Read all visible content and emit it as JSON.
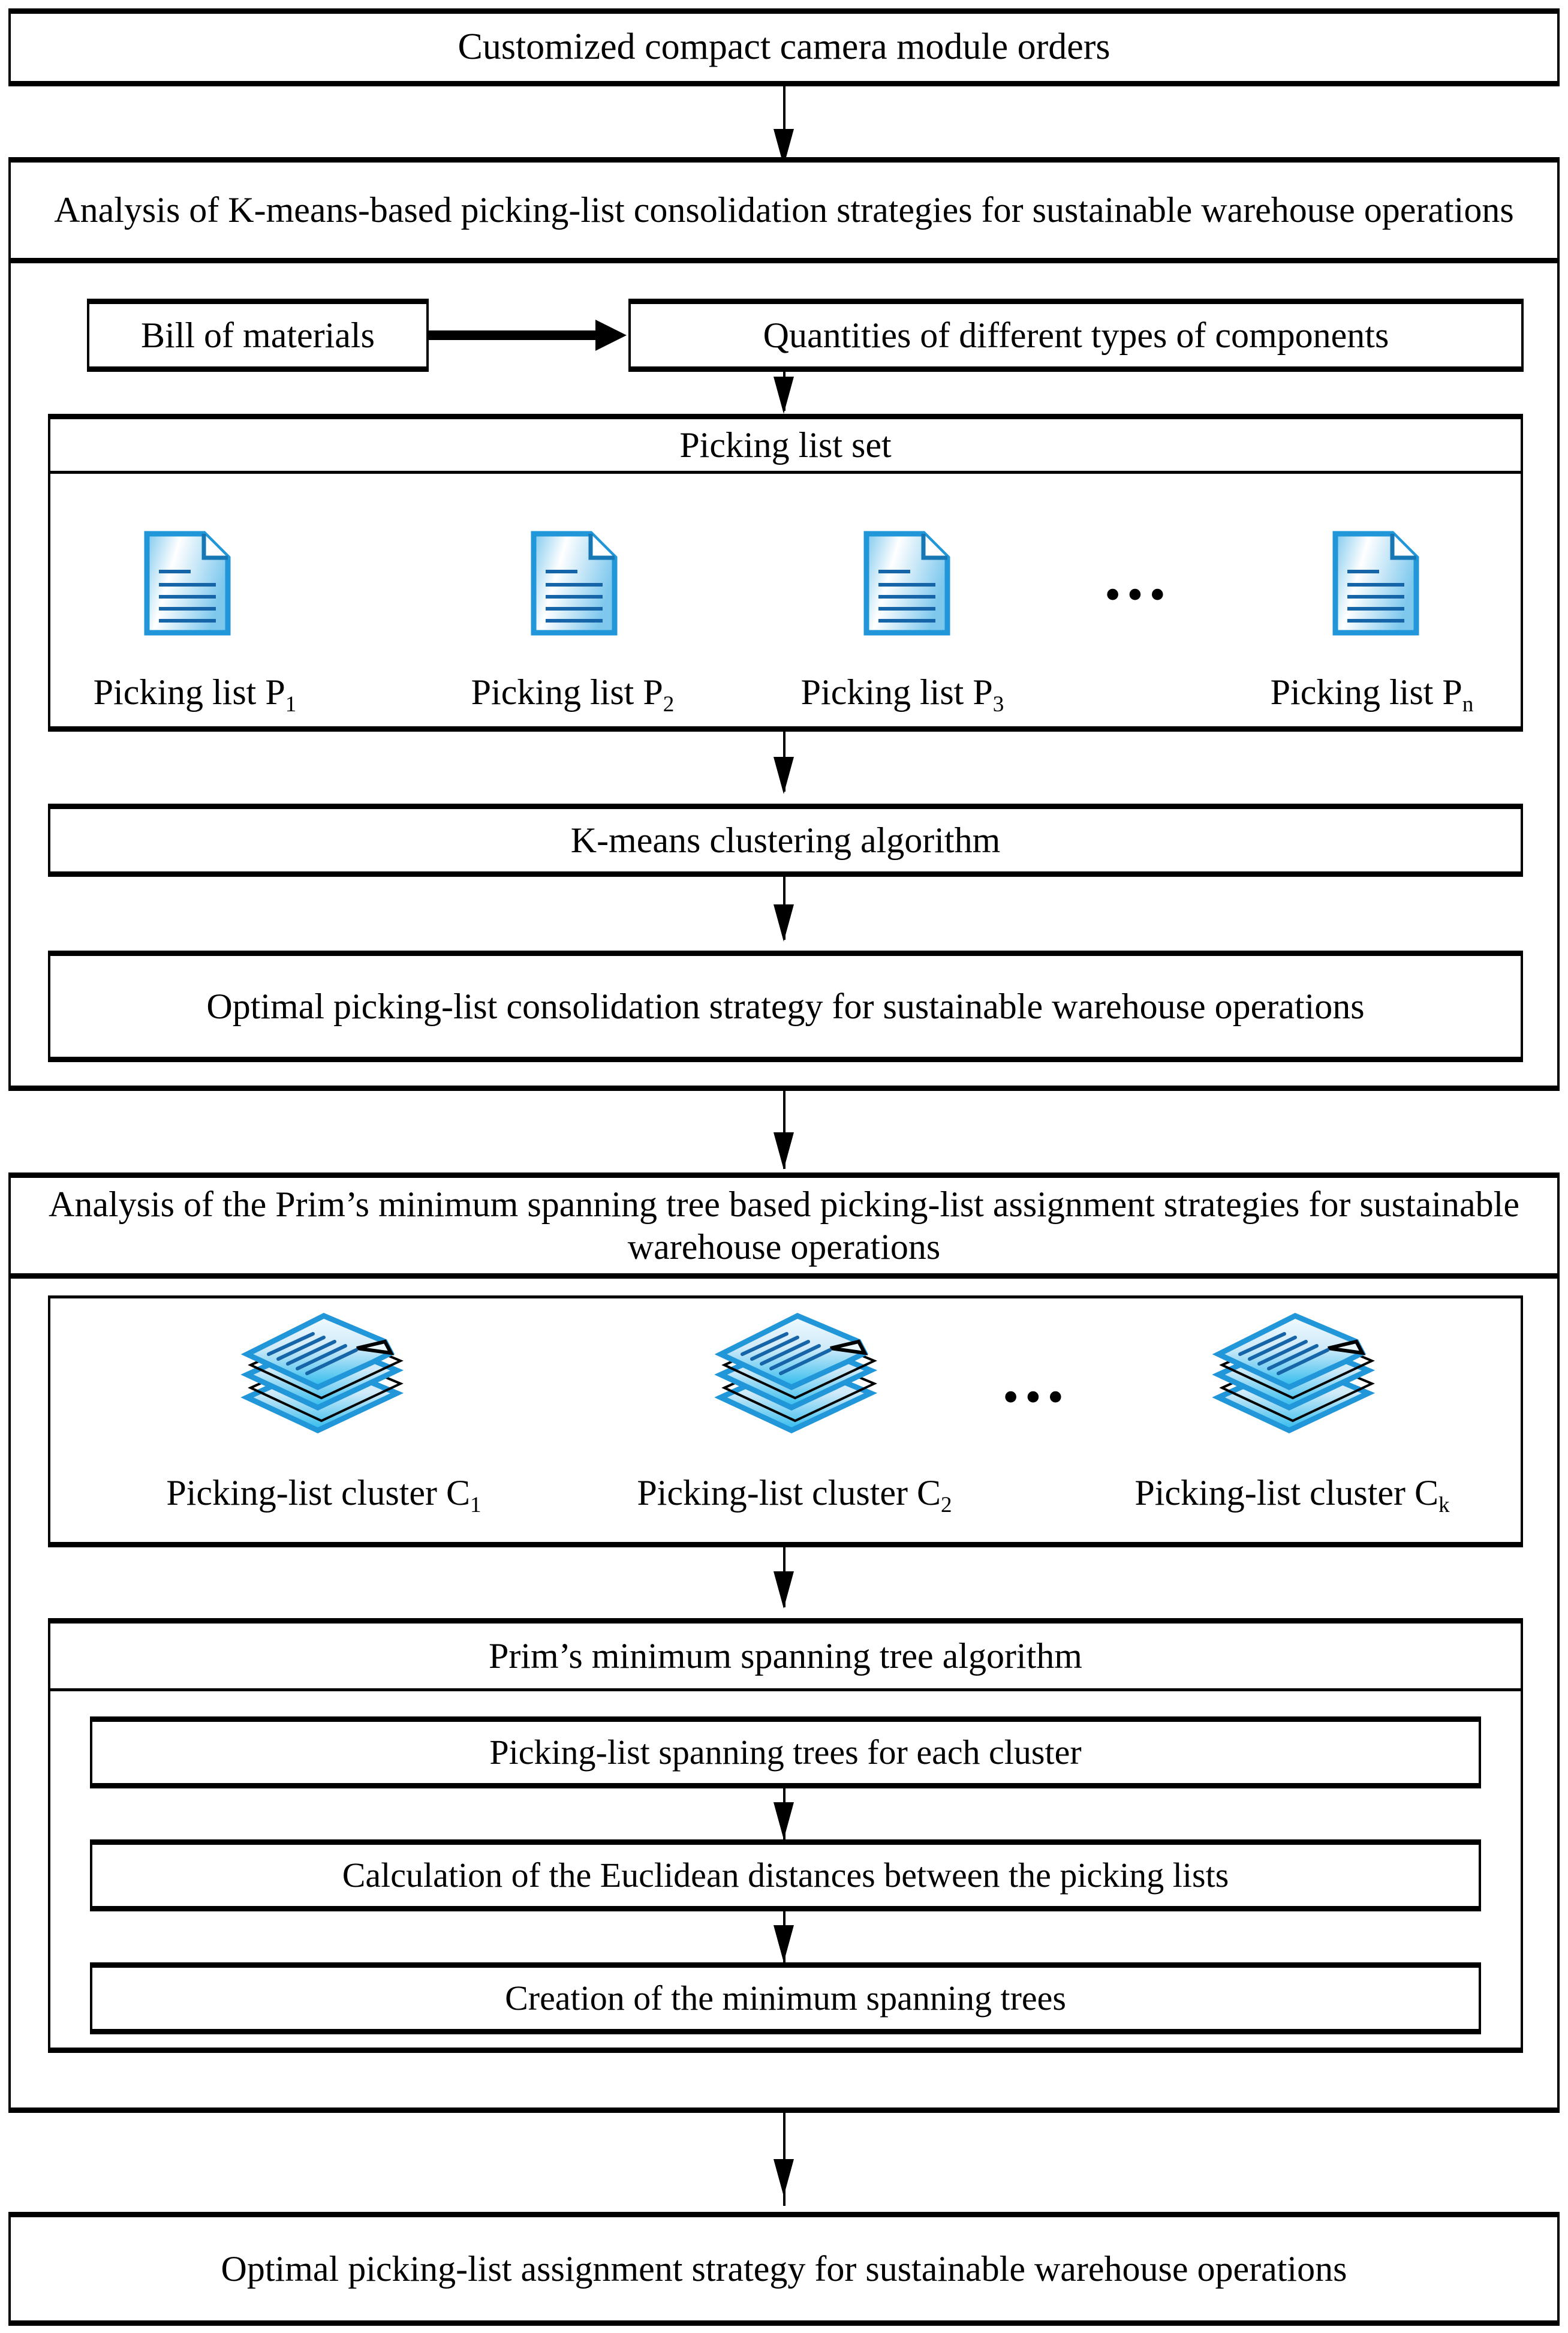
{
  "diagram": {
    "title_top": "Customized compact camera module orders",
    "section1": {
      "header": "Analysis of K-means-based picking-list consolidation strategies for sustainable warehouse operations",
      "bom": "Bill of materials",
      "quantities": "Quantities of different types of components",
      "picking_list_set": "Picking list set",
      "ellipsis": "•••",
      "picking_lists": [
        {
          "label": "Picking list P",
          "sub": "1"
        },
        {
          "label": "Picking list P",
          "sub": "2"
        },
        {
          "label": "Picking list P",
          "sub": "3"
        },
        {
          "label": "Picking list P",
          "sub": "n"
        }
      ],
      "kmeans": "K-means clustering algorithm",
      "optimal": "Optimal picking-list consolidation strategy for sustainable warehouse operations"
    },
    "section2": {
      "header": "Analysis of the Prim’s minimum spanning tree based picking-list assignment strategies for sustainable warehouse operations",
      "ellipsis": "•••",
      "clusters": [
        {
          "label": "Picking-list cluster C",
          "sub": "1"
        },
        {
          "label": "Picking-list cluster C",
          "sub": "2"
        },
        {
          "label": "Picking-list cluster C",
          "sub": "k"
        }
      ],
      "prim": "Prim’s minimum spanning tree algorithm",
      "steps": [
        "Picking-list spanning trees for each cluster",
        "Calculation of the Euclidean distances between the picking lists",
        "Creation of the minimum spanning trees"
      ]
    },
    "final": "Optimal picking-list assignment strategy for sustainable warehouse operations",
    "colors": {
      "line": "#000000",
      "icon_outline": "#2196d8",
      "icon_rule": "#1565a8",
      "icon_fill_light": "#ffffff",
      "icon_fill_mid": "#bfe2f7",
      "icon_fill_dark": "#35b4e8"
    }
  }
}
